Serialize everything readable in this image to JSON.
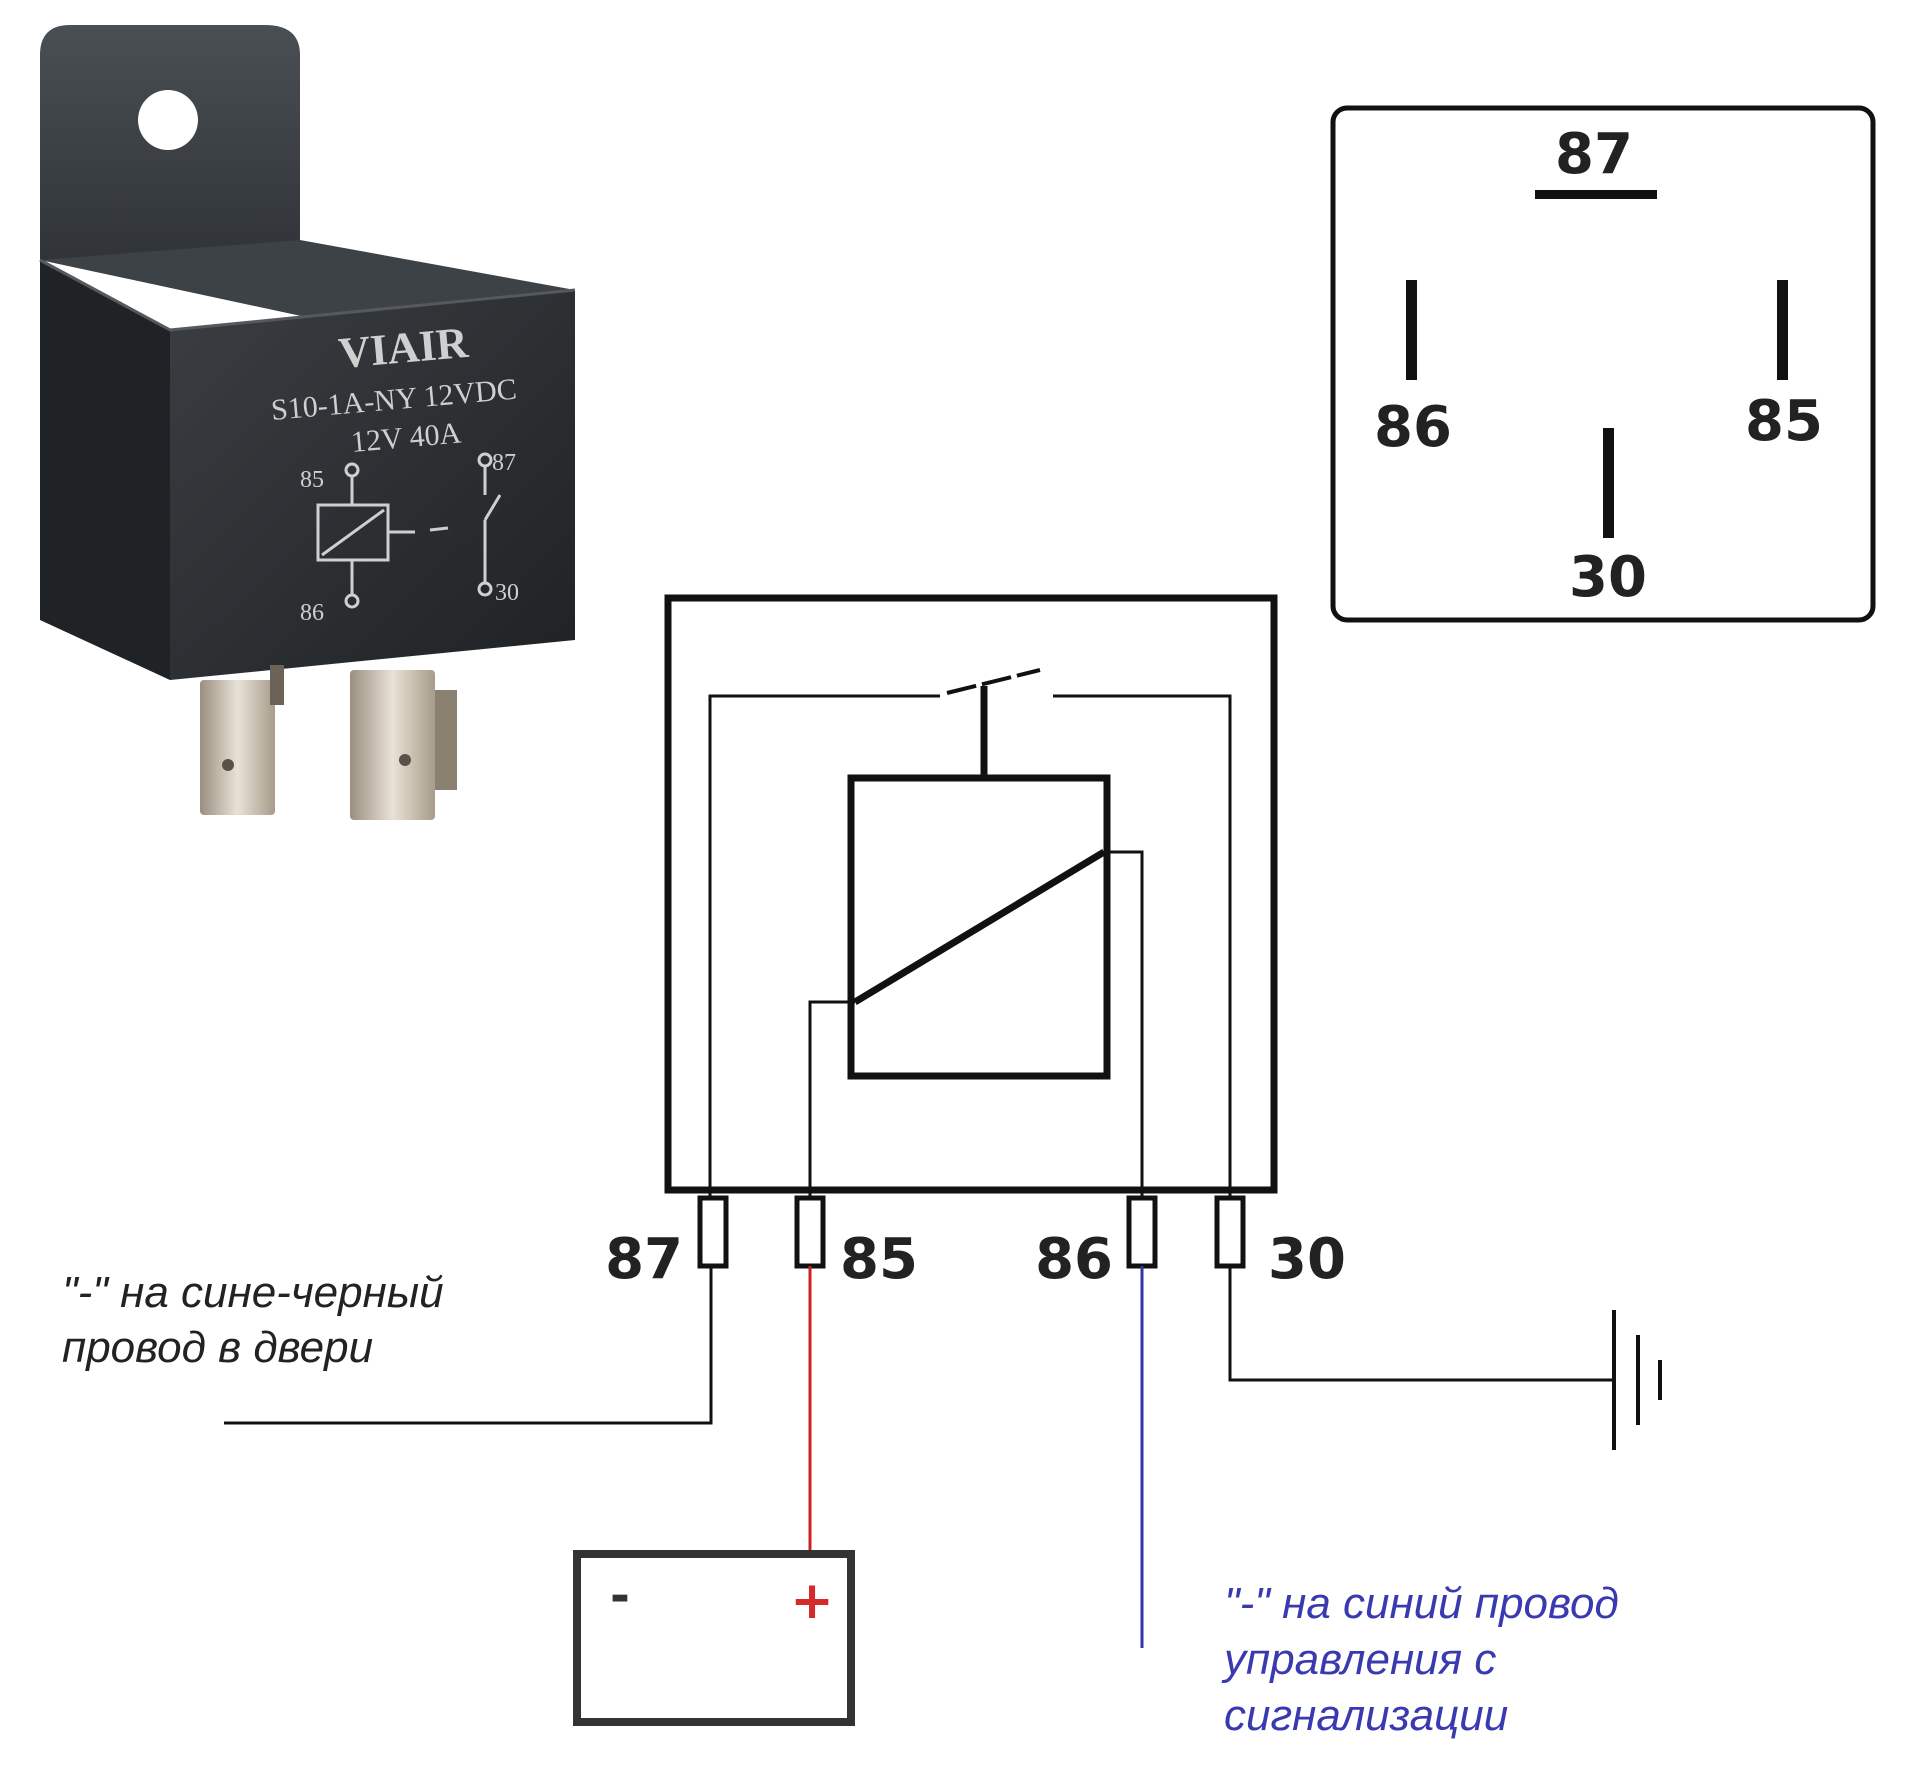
{
  "relay_photo": {
    "brand": "VIAIR",
    "model": "S10-1A-NY 12VDC",
    "rating": "12V 40A",
    "pin_85": "85",
    "pin_86": "86",
    "pin_87": "87",
    "pin_30": "30"
  },
  "pinout": {
    "pin_87": "87",
    "pin_86": "86",
    "pin_85": "85",
    "pin_30": "30"
  },
  "schematic": {
    "pin_87": "87",
    "pin_85": "85",
    "pin_86": "86",
    "pin_30": "30"
  },
  "battery": {
    "minus": "-",
    "plus": "+"
  },
  "notes": {
    "door_wire_line1": "\"-\" на сине-черный",
    "door_wire_line2": "провод в двери",
    "alarm_wire_line1": "\"-\" на синий провод",
    "alarm_wire_line2": "управления с",
    "alarm_wire_line3": "сигнализации"
  },
  "colors": {
    "wire_black": "#111111",
    "wire_red": "#cc2222",
    "wire_blue": "#3333aa",
    "note_black": "#222222",
    "note_blue": "#3a3ab0",
    "plus_red": "#d42a2a",
    "relay_body": "#2a2d30"
  }
}
